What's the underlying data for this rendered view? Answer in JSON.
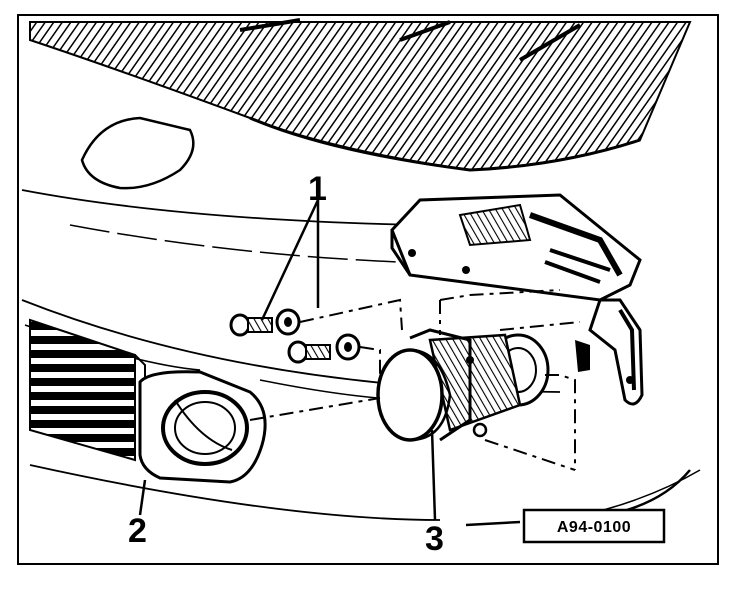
{
  "diagram": {
    "callouts": {
      "c1": "1",
      "c2": "2",
      "c3": "3"
    },
    "reference_code": "A94-0100",
    "colors": {
      "ink": "#000000",
      "paper": "#ffffff"
    }
  }
}
